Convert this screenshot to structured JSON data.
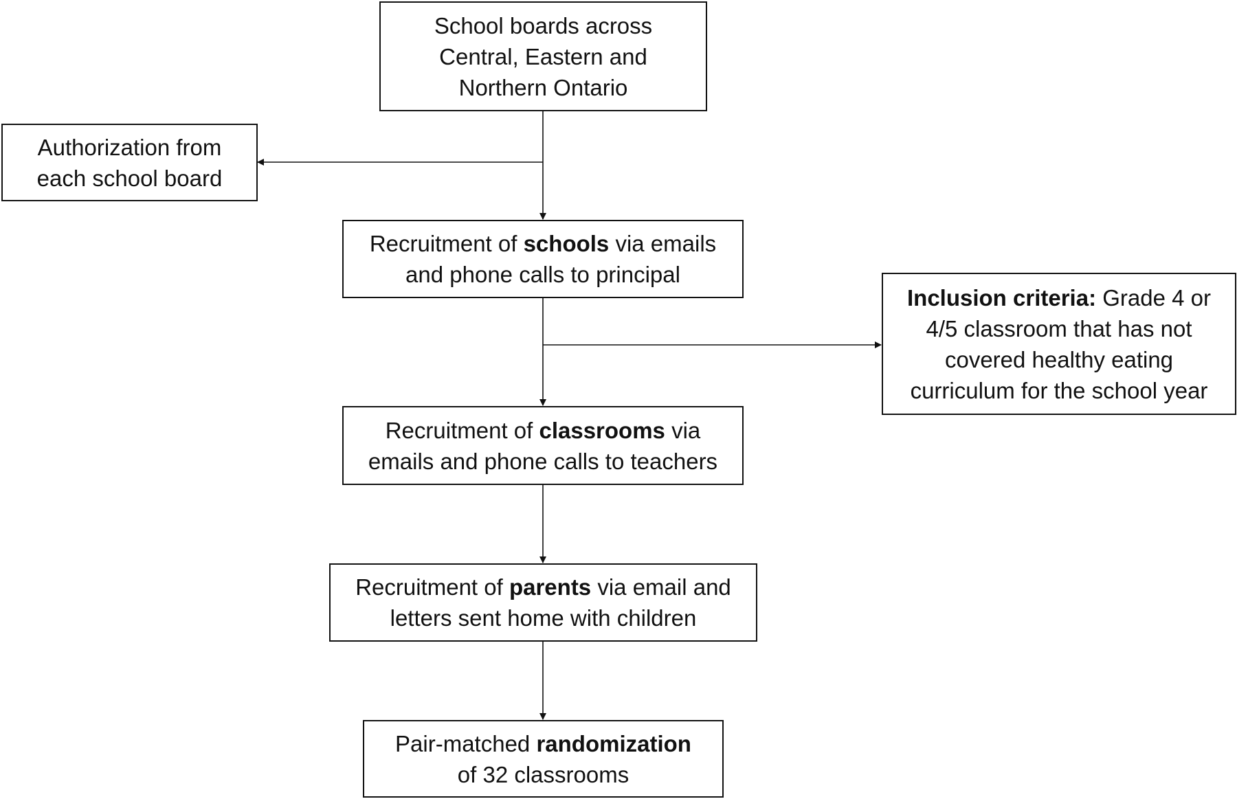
{
  "nodes": {
    "school_boards": {
      "lines": [
        [
          "School boards across"
        ],
        [
          "Central, Eastern and"
        ],
        [
          "Northern Ontario"
        ]
      ]
    },
    "authorization": {
      "lines": [
        [
          "Authorization from"
        ],
        [
          "each school board"
        ]
      ]
    },
    "recruit_schools": {
      "lines": [
        [
          "Recruitment of ",
          "schools",
          " via emails"
        ],
        [
          "and phone calls to principal"
        ]
      ]
    },
    "inclusion": {
      "lines": [
        [
          "",
          "Inclusion criteria:",
          " Grade 4 or"
        ],
        [
          "4/5 classroom that has not"
        ],
        [
          "covered healthy eating"
        ],
        [
          "curriculum for the school year"
        ]
      ]
    },
    "recruit_classrooms": {
      "lines": [
        [
          "Recruitment of ",
          "classrooms",
          " via"
        ],
        [
          "emails and phone calls to teachers"
        ]
      ]
    },
    "recruit_parents": {
      "lines": [
        [
          "Recruitment of ",
          "parents",
          " via email and"
        ],
        [
          "letters sent home with children"
        ]
      ]
    },
    "randomization": {
      "lines": [
        [
          "Pair-matched ",
          "randomization"
        ],
        [
          "of 32 classrooms"
        ]
      ]
    }
  },
  "edges": [
    {
      "from": "school_boards",
      "to": "recruit_schools"
    },
    {
      "from": "school_boards",
      "to": "authorization"
    },
    {
      "from": "recruit_schools",
      "to": "recruit_classrooms"
    },
    {
      "from": "recruit_schools",
      "to": "inclusion"
    },
    {
      "from": "recruit_classrooms",
      "to": "recruit_parents"
    },
    {
      "from": "recruit_parents",
      "to": "randomization"
    }
  ]
}
